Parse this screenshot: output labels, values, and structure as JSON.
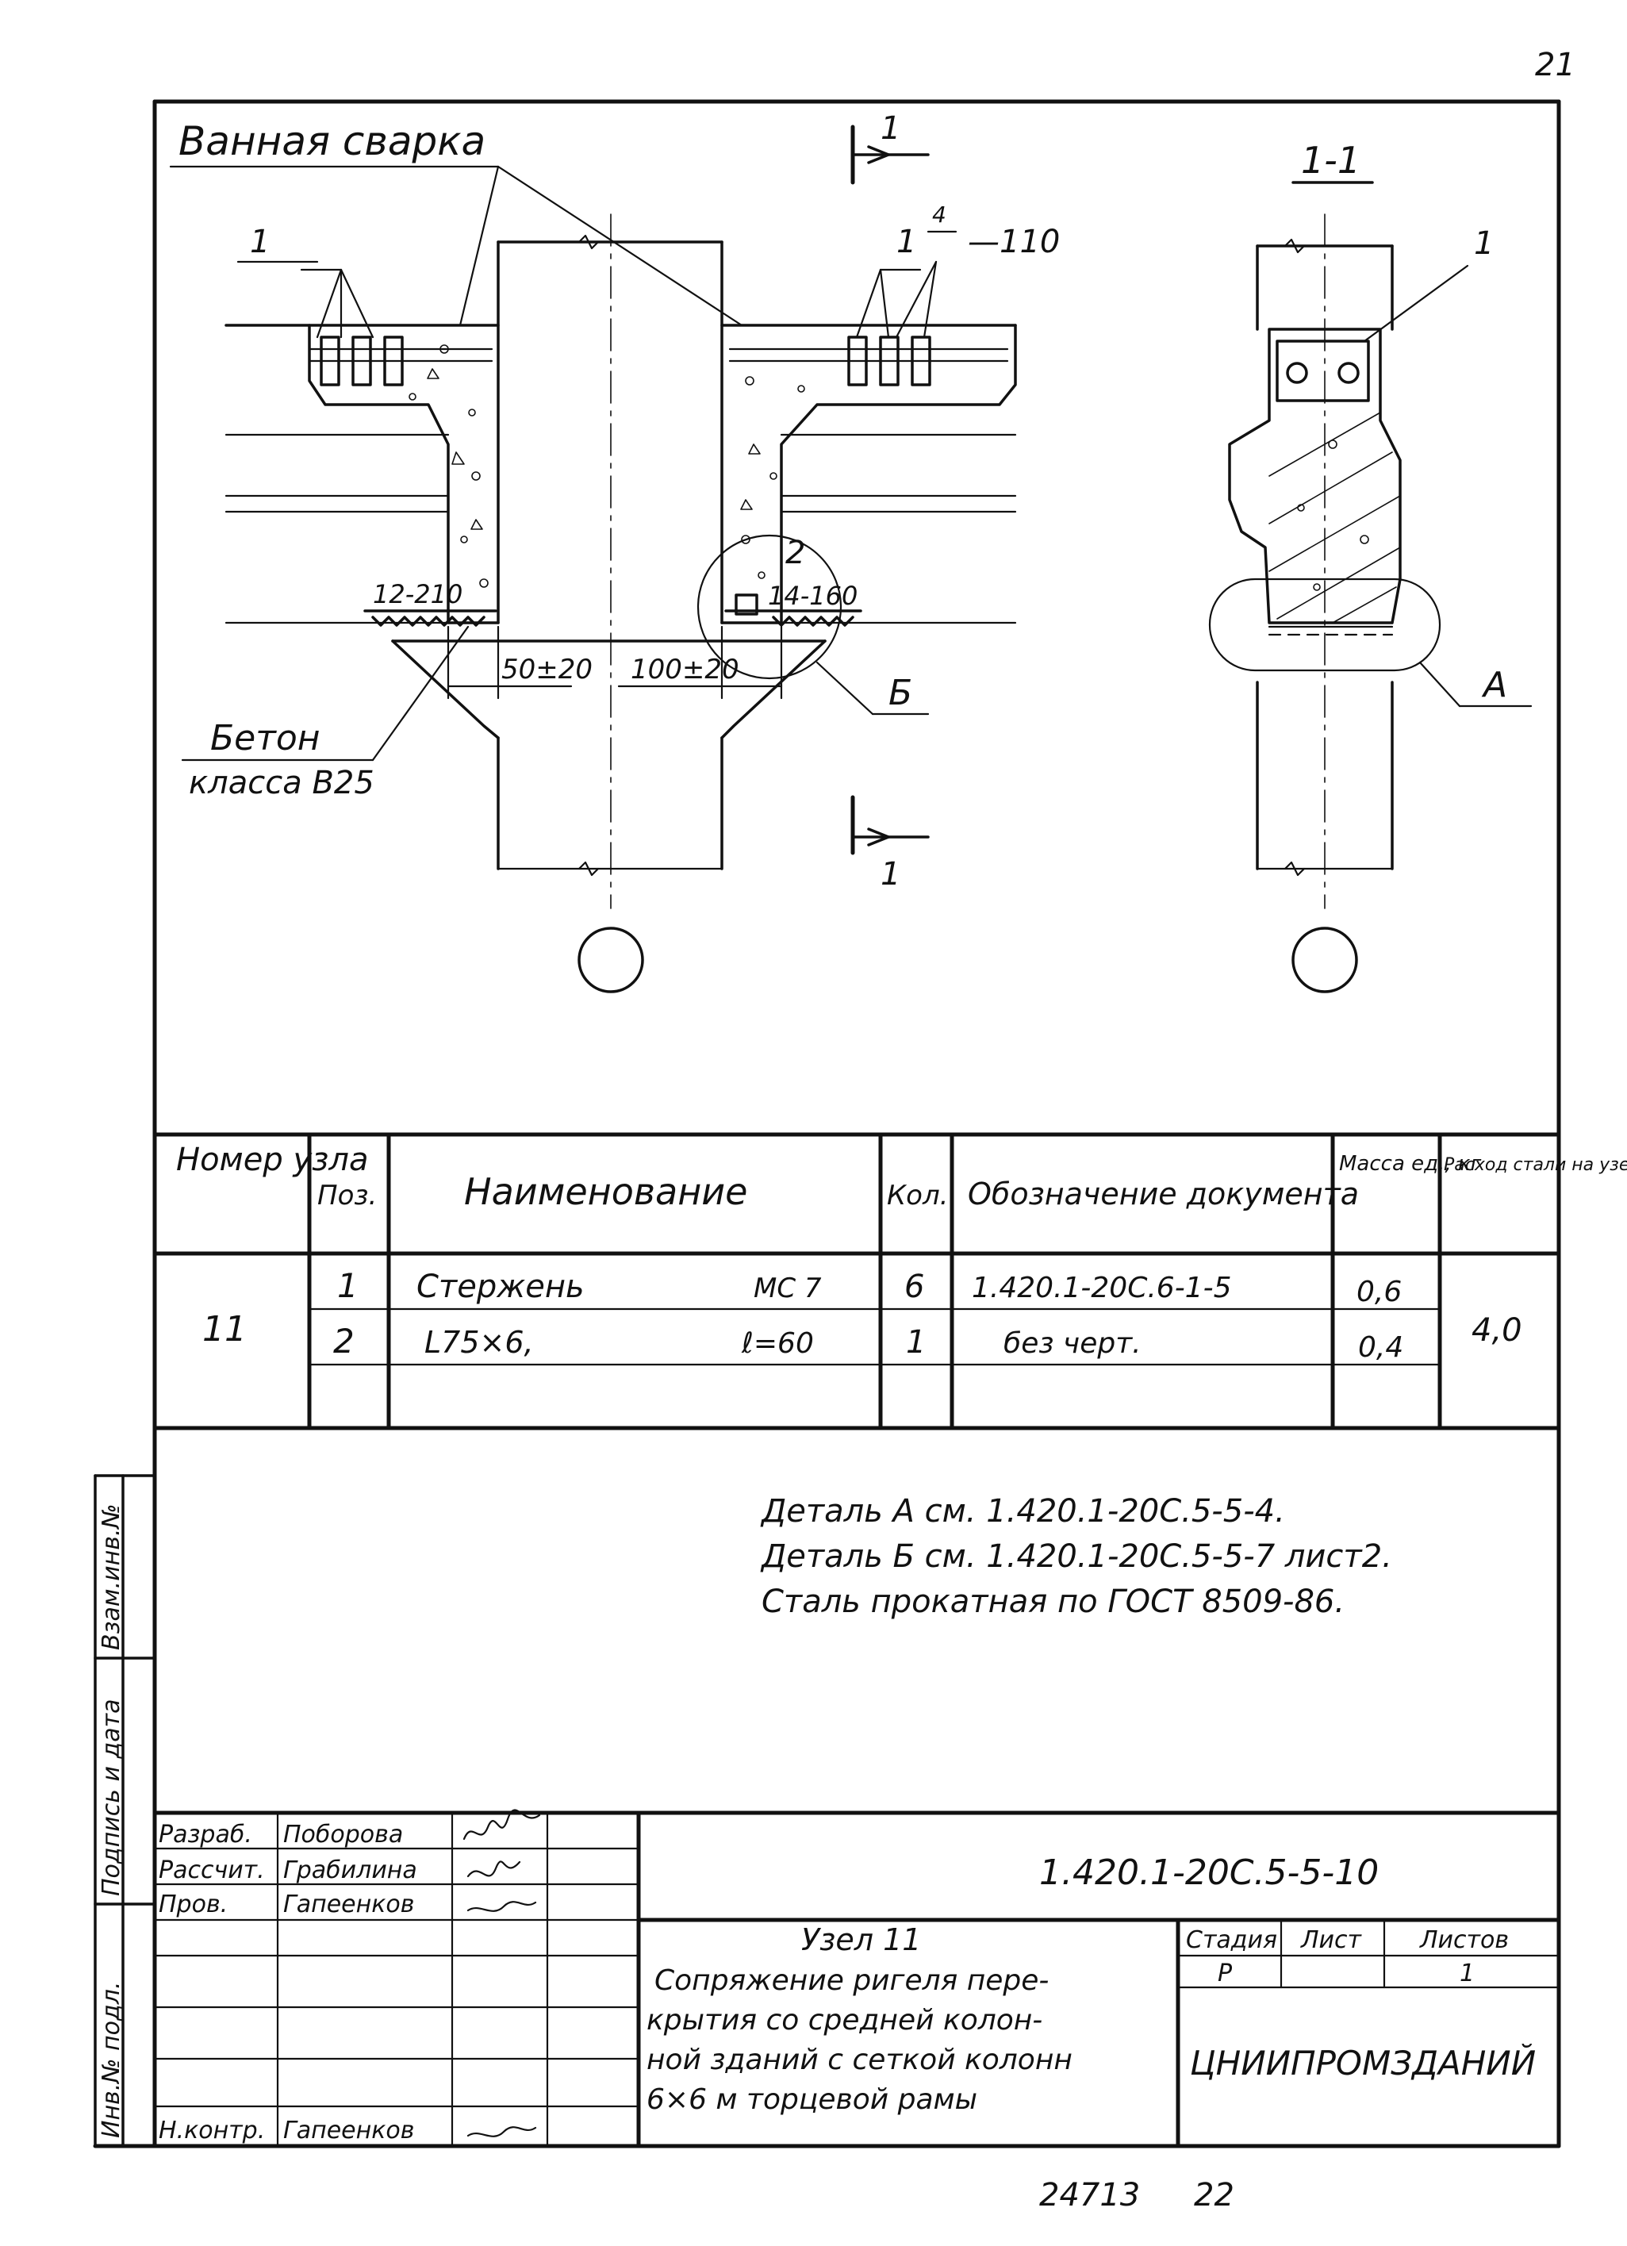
{
  "page_number": "21",
  "drawing": {
    "title_weld": "Ванная сварка",
    "section_title": "1-1",
    "section_mark": "1",
    "leader_pos1": "1",
    "weld_fraction_num": "4",
    "weld_dimension": "110",
    "detail_b_pos": "2",
    "weld_left": "12-210",
    "weld_right": "14-160",
    "gap_left": "50±20",
    "gap_right": "100±20",
    "detail_b_label": "Б",
    "detail_a_label": "А",
    "concrete_line1": "Бетон",
    "concrete_line2": "класса В25"
  },
  "spec_table": {
    "headers": {
      "node": "Номер узла",
      "pos": "Поз.",
      "name": "Наименование",
      "qty": "Кол.",
      "doc": "Обозначение документа",
      "mass": "Масса ед., кг",
      "consumption": "Расход стали на узел, кг"
    },
    "node": "11",
    "rows": [
      {
        "pos": "1",
        "name": "Стержень",
        "mark": "МС 7",
        "qty": "6",
        "doc": "1.420.1-20С.6-1-5",
        "mass": "0,6"
      },
      {
        "pos": "2",
        "name": "L75×6,",
        "mark": "ℓ=60",
        "qty": "1",
        "doc": "без черт.",
        "mass": "0,4"
      }
    ],
    "consumption": "4,0"
  },
  "notes": [
    "Деталь А см. 1.420.1-20С.5-5-4.",
    "Деталь Б см. 1.420.1-20С.5-5-7 лист2.",
    "Сталь прокатная по ГОСТ 8509-86."
  ],
  "side_stamp": {
    "inv_podl": "Инв.№ подл.",
    "sign_date": "Подпись и дата",
    "inv_vzam": "Взам.инв.№"
  },
  "title_block": {
    "roles": [
      {
        "role": "Разраб.",
        "name": "Поборова"
      },
      {
        "role": "Рассчит.",
        "name": "Грабилина"
      },
      {
        "role": "Пров.",
        "name": "Гапеенков"
      },
      {
        "role": "",
        "name": ""
      },
      {
        "role": "",
        "name": ""
      },
      {
        "role": "",
        "name": ""
      },
      {
        "role": "",
        "name": ""
      },
      {
        "role": "Н.контр.",
        "name": "Гапеенков"
      }
    ],
    "doc_code": "1.420.1-20С.5-5-10",
    "desc_title": "Узел 11",
    "desc_lines": [
      "Сопряжение ригеля пере-",
      "крытия со средней колон-",
      "ной зданий с сеткой колонн",
      "6×6 м торцевой рамы"
    ],
    "stage_label": "Стадия",
    "sheet_label": "Лист",
    "sheets_label": "Листов",
    "stage_value": "Р",
    "sheets_value": "1",
    "organization": "ЦНИИПРОМЗДАНИЙ"
  },
  "footer": {
    "archive_no": "24713",
    "page_no": "22"
  }
}
